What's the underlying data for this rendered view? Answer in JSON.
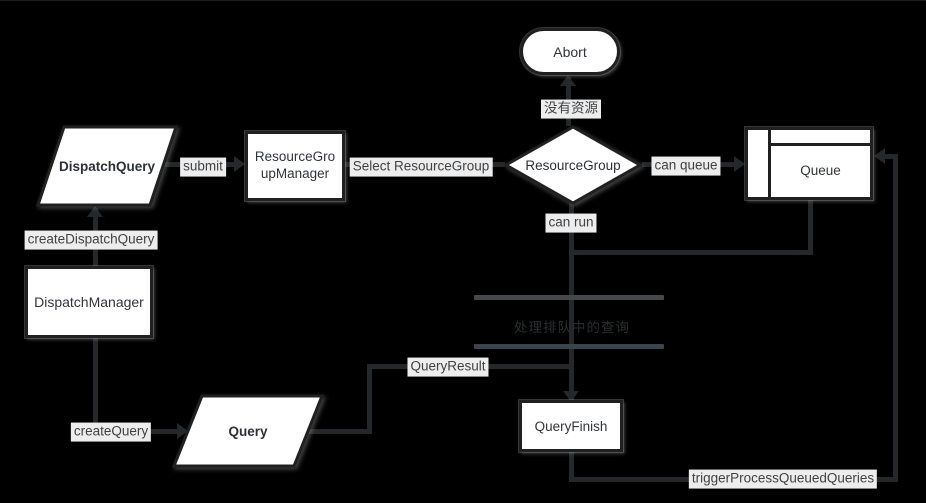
{
  "diagram": {
    "background": "#000000",
    "edge_color": "#24282a",
    "shape_fill": "#ffffff",
    "shape_border": "#202020",
    "label_chip_bg": "#ededed",
    "label_text_color": "#3f4245",
    "sync_bar_top_color": "#45484b",
    "sync_bar_bottom_color": "#3a444d"
  },
  "nodes": {
    "abort": {
      "label": "Abort",
      "shape": "stadium"
    },
    "dispatch_query": {
      "label": "DispatchQuery",
      "shape": "parallelogram"
    },
    "resource_group_manager": {
      "label": "ResourceGroupManager",
      "shape": "rectangle"
    },
    "resource_group": {
      "label": "ResourceGroup",
      "shape": "diamond"
    },
    "queue": {
      "label": "Queue",
      "shape": "table"
    },
    "dispatch_manager": {
      "label": "DispatchManager",
      "shape": "rectangle"
    },
    "query": {
      "label": "Query",
      "shape": "parallelogram"
    },
    "query_finish": {
      "label": "QueryFinish",
      "shape": "rectangle"
    }
  },
  "edge_labels": {
    "no_resource": "没有资源",
    "submit": "submit",
    "select_resource_group": "Select ResourceGroup",
    "can_queue": "can queue",
    "can_run": "can run",
    "create_dispatch_query": "createDispatchQuery",
    "create_query": "createQuery",
    "query_result": "QueryResult",
    "trigger_process_queued_queries": "triggerProcessQueuedQueries",
    "dim_note": "处理排队中的查询"
  }
}
